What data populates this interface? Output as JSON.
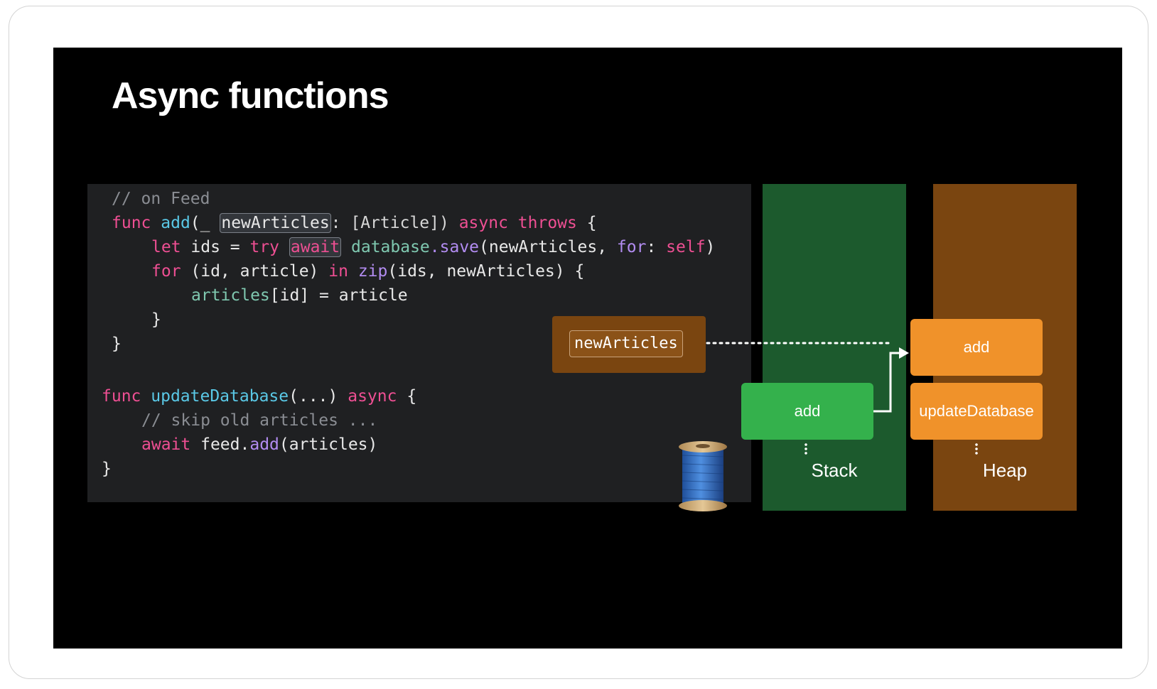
{
  "slide": {
    "title": "Async functions"
  },
  "code": {
    "comment_feed": "// on Feed",
    "func_kw": "func",
    "add_name": "add",
    "paren_underscore": "(_ ",
    "param_highlight": "newArticles",
    "param_type": ": [Article]) ",
    "async_kw": "async",
    "throws_kw": "throws",
    "brace_open": " {",
    "let_kw": "let",
    "ids_eq": " ids = ",
    "try_kw": "try",
    "await_highlight": "await",
    "database": "database",
    "save": ".save",
    "save_args": "(newArticles, ",
    "for_label": "for",
    "colon": ": ",
    "self_kw": "self",
    "close_paren": ")",
    "for_kw": "for",
    "tuple": " (id, article) ",
    "in_kw": "in",
    "zip": "zip",
    "zip_args": "(ids, newArticles) {",
    "articles_prop": "articles",
    "assign": "[id] = article",
    "inner_close": "}",
    "outer_close": "}",
    "func_kw2": "func",
    "update_name": "updateDatabase",
    "update_args": "(...) ",
    "async_kw2": "async",
    "brace_open2": " {",
    "comment_skip": "// skip old articles ...",
    "await_kw": "await",
    "feed_call": " feed.",
    "add_call": "add",
    "add_args": "(articles)",
    "final_close": "}"
  },
  "diagram": {
    "param_label": "newArticles",
    "stack_frame": "add",
    "stack_label": "Stack",
    "heap_frame_top": "add",
    "heap_frame_bottom": "updateDatabase",
    "heap_label": "Heap",
    "colors": {
      "stack_bg": "#1c5a2d",
      "stack_frame": "#34b14c",
      "heap_bg": "#7a4510",
      "heap_frame": "#f0922a",
      "keyword": "#ee4f93",
      "function": "#5ac8e6"
    },
    "icons": [
      "thread-spool-icon",
      "arrow-icon"
    ]
  }
}
